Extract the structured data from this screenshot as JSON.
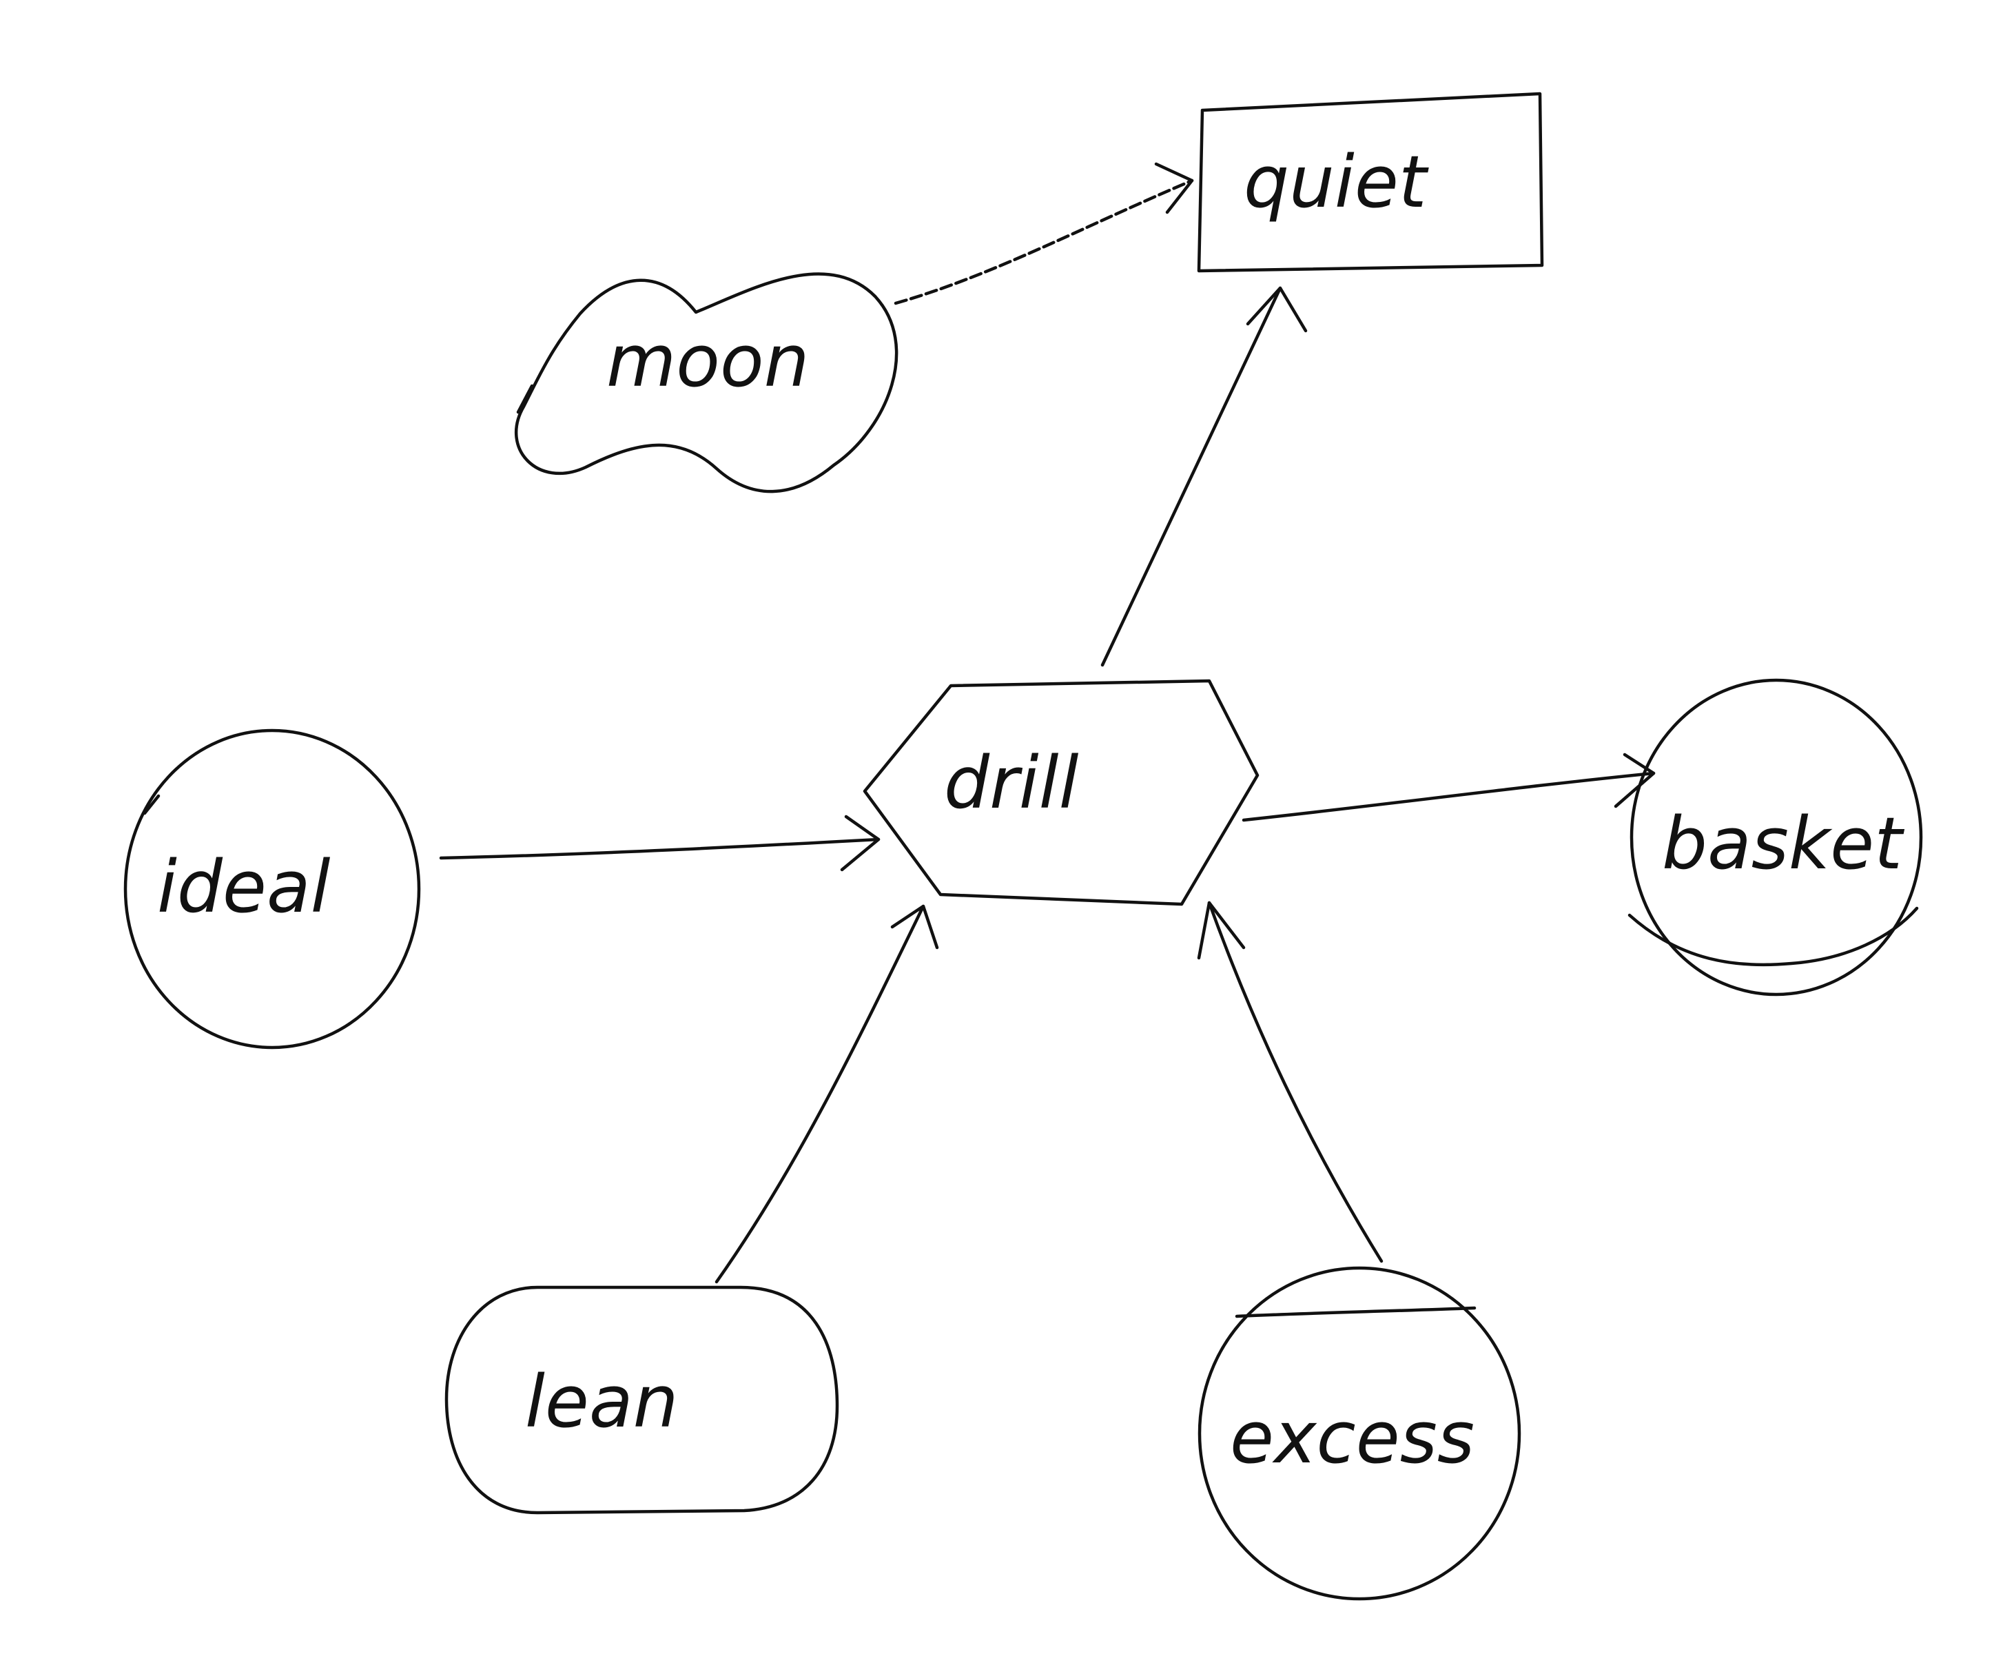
{
  "nodes": {
    "quiet": {
      "label": "quiet",
      "shape": "rectangle"
    },
    "moon": {
      "label": "moon",
      "shape": "blob"
    },
    "drill": {
      "label": "drill",
      "shape": "hexagon"
    },
    "ideal": {
      "label": "ideal",
      "shape": "circle"
    },
    "basket": {
      "label": "basket",
      "shape": "circle-with-bottom-arc"
    },
    "lean": {
      "label": "lean",
      "shape": "stadium"
    },
    "excess": {
      "label": "excess",
      "shape": "circle-with-top-chord"
    }
  },
  "edges": [
    {
      "from": "moon",
      "to": "quiet",
      "style": "dashed"
    },
    {
      "from": "drill",
      "to": "quiet",
      "style": "solid"
    },
    {
      "from": "ideal",
      "to": "drill",
      "style": "solid"
    },
    {
      "from": "drill",
      "to": "basket",
      "style": "solid"
    },
    {
      "from": "lean",
      "to": "drill",
      "style": "solid"
    },
    {
      "from": "excess",
      "to": "drill",
      "style": "solid"
    }
  ]
}
